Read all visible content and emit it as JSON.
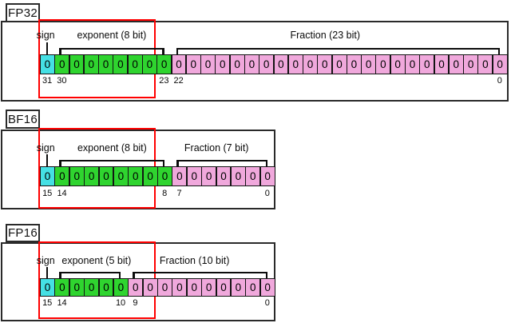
{
  "figure": {
    "colors": {
      "sign": "#45E0E4",
      "exponent": "#2FD42F",
      "fraction": "#F0A8DC",
      "highlight": "#FF0000",
      "line": "#0c0c0c"
    },
    "cell_value": "0",
    "sections": [
      {
        "id": "fp32",
        "title": "FP32",
        "sign_label": "sign",
        "exponent_label": "exponent (8 bit)",
        "fraction_label": "Fraction (23 bit)",
        "fields": [
          {
            "name": "sign",
            "bits": 1
          },
          {
            "name": "exponent",
            "bits": 8
          },
          {
            "name": "fraction",
            "bits": 23
          }
        ],
        "bit_markers": [
          {
            "label": "31",
            "cell": 0
          },
          {
            "label": "30",
            "cell": 1
          },
          {
            "label": "23",
            "cell": 8
          },
          {
            "label": "22",
            "cell": 9
          },
          {
            "label": "0",
            "cell": 31
          }
        ]
      },
      {
        "id": "bf16",
        "title": "BF16",
        "sign_label": "sign",
        "exponent_label": "exponent (8 bit)",
        "fraction_label": "Fraction (7 bit)",
        "fields": [
          {
            "name": "sign",
            "bits": 1
          },
          {
            "name": "exponent",
            "bits": 8
          },
          {
            "name": "fraction",
            "bits": 7
          }
        ],
        "bit_markers": [
          {
            "label": "15",
            "cell": 0
          },
          {
            "label": "14",
            "cell": 1
          },
          {
            "label": "8",
            "cell": 8
          },
          {
            "label": "7",
            "cell": 9
          },
          {
            "label": "0",
            "cell": 15
          }
        ]
      },
      {
        "id": "fp16",
        "title": "FP16",
        "sign_label": "sign",
        "exponent_label": "exponent (5 bit)",
        "fraction_label": "Fraction (10 bit)",
        "fields": [
          {
            "name": "sign",
            "bits": 1
          },
          {
            "name": "exponent",
            "bits": 5
          },
          {
            "name": "fraction",
            "bits": 10
          }
        ],
        "bit_markers": [
          {
            "label": "15",
            "cell": 0
          },
          {
            "label": "14",
            "cell": 1
          },
          {
            "label": "10",
            "cell": 5
          },
          {
            "label": "9",
            "cell": 6
          },
          {
            "label": "0",
            "cell": 15
          }
        ]
      }
    ]
  }
}
